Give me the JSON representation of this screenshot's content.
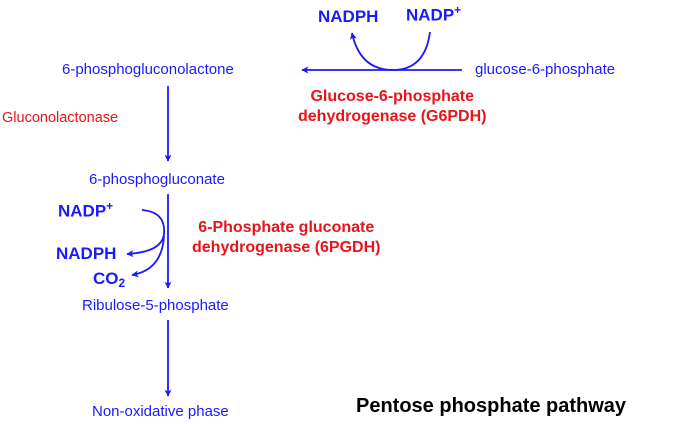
{
  "title": "Pentose phosphate pathway",
  "metabolites": {
    "g6p": "glucose-6-phosphate",
    "lactone": "6-phosphogluconolactone",
    "gluconate": "6-phosphogluconate",
    "ribulose": "Ribulose-5-phosphate",
    "nonoxidative": "Non-oxidative phase"
  },
  "enzymes": {
    "g6pdh_line1": "Glucose-6-phosphate",
    "g6pdh_line2": "dehydrogenase (G6PDH)",
    "gluconolactonase": "Gluconolactonase",
    "pgdh_line1": "6-Phosphate gluconate",
    "pgdh_line2": "dehydrogenase (6PGDH)"
  },
  "g6pd": {
    "substrate_cofactor": "NADP",
    "substrate_cofactor_charge": "+",
    "product_cofactor": "NADPH"
  },
  "pgd": {
    "substrate_cofactor": "NADP",
    "substrate_cofactor_charge": "+",
    "product_cofactor": "NADPH",
    "released_gas": "CO",
    "released_gas_subscript": "2"
  },
  "colors": {
    "metabolite": "#1a1aff",
    "enzyme": "#e8141b",
    "arrow": "#1a1aff",
    "title": "#000000"
  }
}
